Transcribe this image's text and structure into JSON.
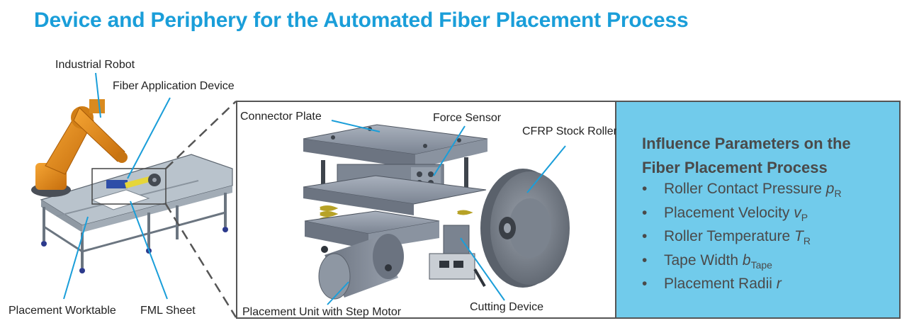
{
  "title": "Device and Periphery for the Automated Fiber Placement Process",
  "labels": {
    "industrial_robot": "Industrial Robot",
    "fiber_application_device": "Fiber Application Device",
    "placement_worktable": "Placement Worktable",
    "fml_sheet": "FML Sheet",
    "connector_plate": "Connector Plate",
    "force_sensor": "Force Sensor",
    "cfrp_stock_roller": "CFRP Stock Roller",
    "placement_unit": "Placement Unit with Step Motor",
    "cutting_device": "Cutting Device"
  },
  "parameters": {
    "heading": "Influence Parameters on the Fiber Placement Process",
    "items": [
      {
        "bullet": "•",
        "text": "Roller Contact Pressure ",
        "symbol": "p",
        "subscript": "R"
      },
      {
        "bullet": "•",
        "text": "Placement Velocity ",
        "symbol": "v",
        "subscript": "P"
      },
      {
        "bullet": "•",
        "text": "Roller Temperature ",
        "symbol": "T",
        "subscript": "R"
      },
      {
        "bullet": "•",
        "text": "Tape Width ",
        "symbol": "b",
        "subscript": "Tape"
      },
      {
        "bullet": "•",
        "text": "Placement Radii ",
        "symbol": "r",
        "subscript": ""
      }
    ]
  },
  "colors": {
    "title": "#1a9ed9",
    "leader_lines": "#1a9ed9",
    "panel_background": "#71cbeb",
    "panel_text": "#4a4a4a",
    "robot_orange": "#e8901c",
    "machine_steel": "#8d96a4"
  }
}
